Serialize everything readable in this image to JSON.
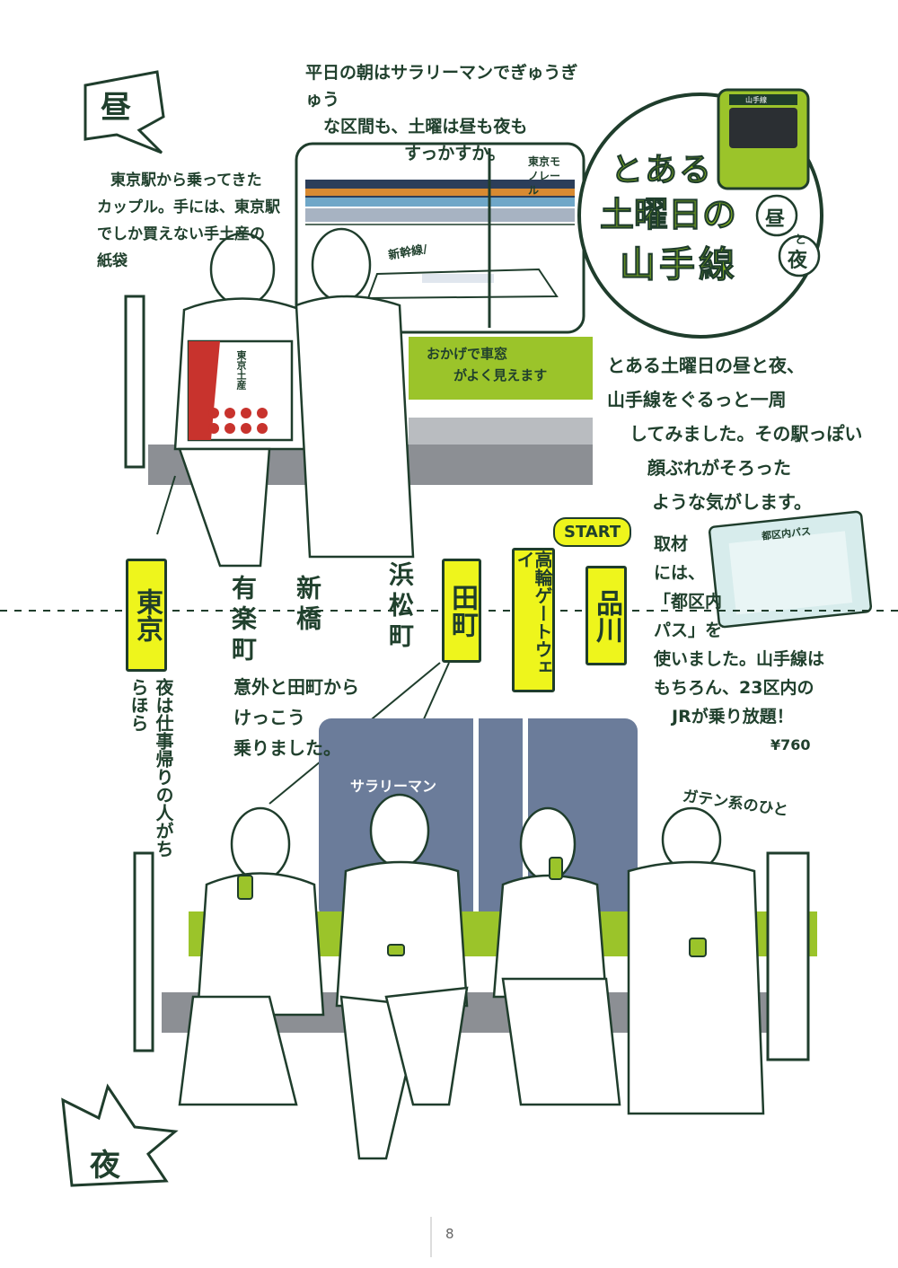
{
  "corner_labels": {
    "day": "昼",
    "night": "夜"
  },
  "title_badge": {
    "line1": "とある",
    "line2": "土曜日の",
    "line3": "山手線",
    "sub_day": "昼",
    "sub_and": "と",
    "sub_night": "夜",
    "train_destination": "山手線"
  },
  "notes": {
    "top_caption": [
      "平日の朝はサラリーマンでぎゅうぎゅう",
      "な区間も、土曜は昼も夜も",
      "すっかすか。"
    ],
    "couple_caption": [
      "東京駅から乗ってきた",
      "カップル。手には、東京駅",
      "でしか買えない手土産の",
      "紙袋"
    ],
    "window_labels": {
      "monorail": "東京モノレール",
      "shinkansen": "新幹線/"
    },
    "seat_banner": [
      "おかげで車窓",
      "がよく見えます"
    ],
    "intro_text": [
      "とある土曜日の昼と夜、",
      "山手線をぐるっと一周",
      "してみました。その駅っぽい",
      "顔ぶれがそろった",
      "ような気がします。"
    ],
    "pass_text": [
      "取材",
      "には、",
      "「都区内",
      "パス」を",
      "使いました。山手線は",
      "もちろん、23区内の",
      "JRが乗り放題！",
      "¥760"
    ],
    "pass_card_title": "都区内パス",
    "tamachi_caption": [
      "意外と田町から",
      "けっこう",
      "乗りました。"
    ],
    "night_caption": "夜は仕事帰りの人がちらほら",
    "salaryman_label": "サラリーマン",
    "worker_label": "ガテン系のひと",
    "start_label": "START"
  },
  "stations": {
    "tokyo": "東京",
    "yurakucho": "有楽町",
    "shimbashi": "新橋",
    "hamamatsucho": "浜松町",
    "tamachi": "田町",
    "takanawa": "高輪ゲートウェイ",
    "shinagawa": "品川"
  },
  "bag_text": "東京土産",
  "page_number": "8",
  "colors": {
    "lime": "#9bc42a",
    "yellow": "#eef51c",
    "ink": "#1f3d2c",
    "seat_gray": "#8c8f94",
    "window_blue": "#6b7c9a",
    "red": "#c8332d"
  }
}
